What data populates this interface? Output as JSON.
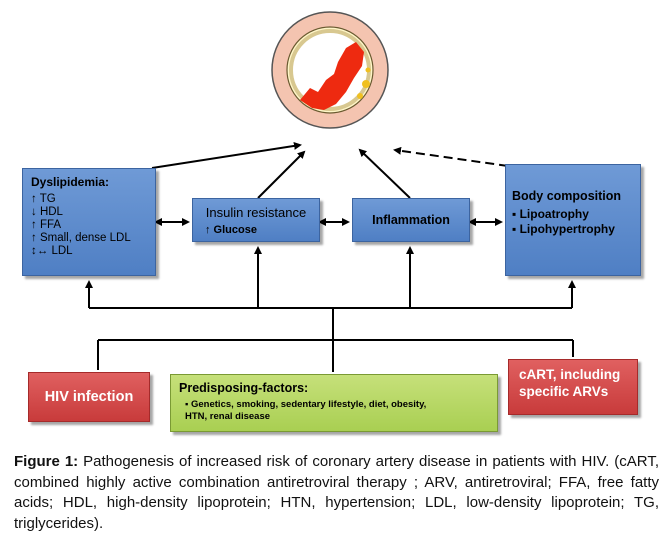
{
  "diagram": {
    "dyslipidemia": {
      "title": "Dyslipidemia:",
      "lines": [
        "↑ TG",
        "↓ HDL",
        "↑  FFA",
        "↑  Small, dense LDL",
        "↕↔ LDL"
      ]
    },
    "insulin_resistance": {
      "title": "Insulin resistance",
      "sub": "↑ Glucose"
    },
    "inflammation": {
      "title": "Inflammation"
    },
    "body_composition": {
      "title": "Body composition",
      "lines": [
        "▪ Lipoatrophy",
        "▪ Lipohypertrophy"
      ]
    },
    "hiv_infection": {
      "title": "HIV infection"
    },
    "predisposing": {
      "title": "Predisposing-factors:",
      "lines": [
        "▪ Genetics, smoking, sedentary lifestyle, diet, obesity,",
        "HTN, renal disease"
      ]
    },
    "cart": {
      "title": "cART, including specific ARVs"
    }
  },
  "caption": {
    "label": "Figure 1:",
    "text": " Pathogenesis of increased risk of coronary artery disease in patients with HIV. (cART, combined highly active combination antiretroviral therapy ; ARV, antiretroviral; FFA, free fatty acids; HDL, high-density lipoprotein; HTN, hypertension; LDL, low-density lipoprotein; TG, triglycerides)."
  },
  "colors": {
    "box_blue": "#5a88cc",
    "box_red": "#d04848",
    "box_green": "#b6d662",
    "artery_outer": "#f4c4b0",
    "artery_inner": "#fff6c8",
    "plaque": "#ee2a10"
  }
}
